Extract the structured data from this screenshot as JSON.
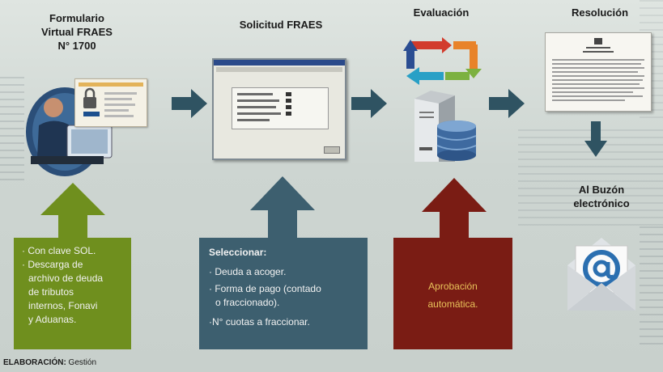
{
  "steps": {
    "formulario": {
      "line1": "Formulario",
      "line2": "Virtual FRAES",
      "line3": "N° 1700"
    },
    "solicitud": {
      "title": "Solicitud FRAES"
    },
    "evaluacion": {
      "title": "Evaluación"
    },
    "resolucion": {
      "title": "Resolución"
    },
    "buzon": {
      "line1": "Al Buzón",
      "line2": "electrónico"
    }
  },
  "panels": {
    "green": {
      "color": "#6f8f1e",
      "items": [
        "· Con clave SOL.",
        "· Descarga de",
        "  archivo de deuda",
        "  de tributos",
        "  internos, Fonavi",
        "  y Aduanas."
      ]
    },
    "blue": {
      "color": "#3d5f6f",
      "heading": "Seleccionar:",
      "items": [
        "· Deuda a acoger.",
        "· Forma de pago (contado",
        "  o fraccionado).",
        "·N° cuotas a fraccionar."
      ]
    },
    "red": {
      "color": "#7a1c14",
      "line1": "Aprobación",
      "line2": "automática."
    }
  },
  "footer": {
    "label": "ELABORACIÓN:",
    "value": " Gestión"
  },
  "colors": {
    "arrow": "#2f5362"
  }
}
